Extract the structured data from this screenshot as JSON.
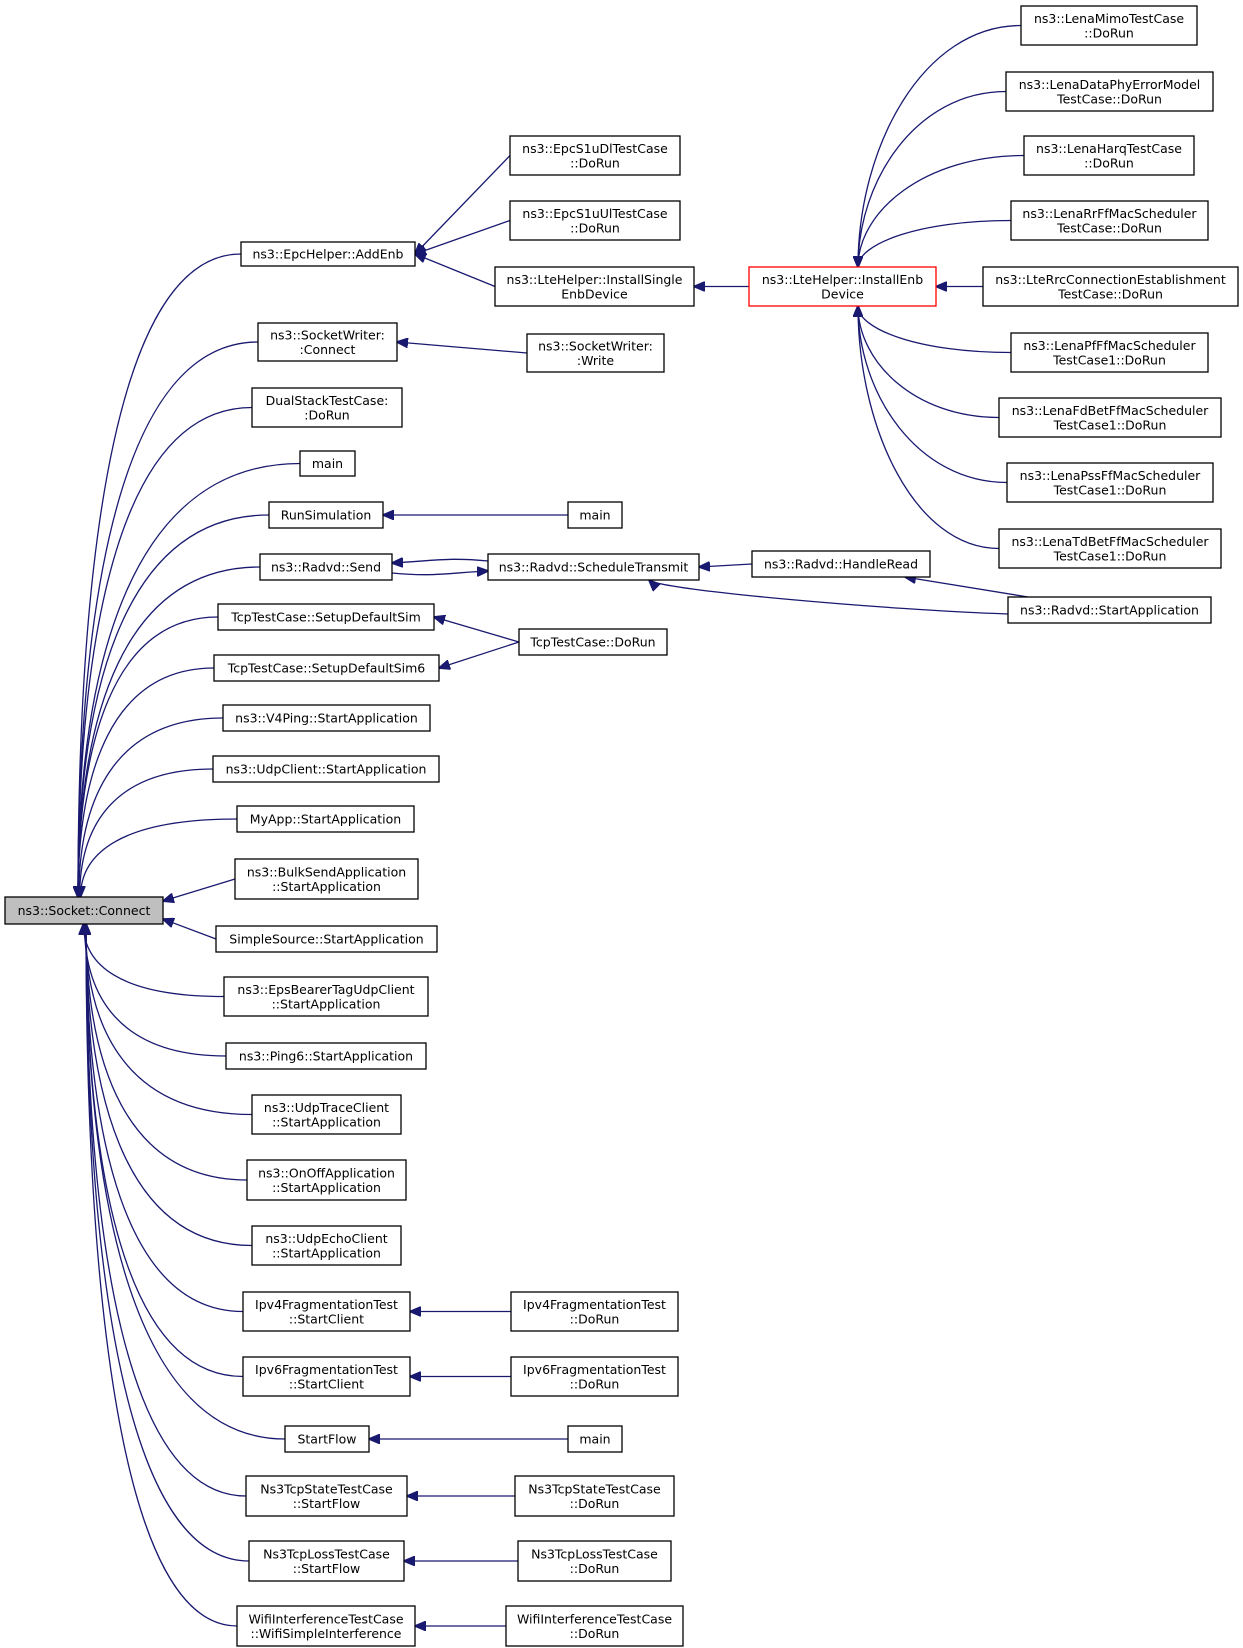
{
  "diagram": {
    "type": "call-graph",
    "edge_color": "#191970",
    "highlight_color": "#ff0000",
    "focus_fill": "#bfbfbf",
    "nodes": [
      {
        "id": "socket_connect",
        "lines": [
          "ns3::Socket::Connect"
        ],
        "style": "focus"
      },
      {
        "id": "epc_addenb",
        "lines": [
          "ns3::EpcHelper::AddEnb"
        ]
      },
      {
        "id": "sw_connect",
        "lines": [
          "ns3::SocketWriter:",
          ":Connect"
        ]
      },
      {
        "id": "dualstack",
        "lines": [
          "DualStackTestCase:",
          ":DoRun"
        ]
      },
      {
        "id": "main1",
        "lines": [
          "main"
        ]
      },
      {
        "id": "runsim",
        "lines": [
          "RunSimulation"
        ]
      },
      {
        "id": "radvd_send",
        "lines": [
          "ns3::Radvd::Send"
        ]
      },
      {
        "id": "tcp_setup",
        "lines": [
          "TcpTestCase::SetupDefaultSim"
        ]
      },
      {
        "id": "tcp_setup6",
        "lines": [
          "TcpTestCase::SetupDefaultSim6"
        ]
      },
      {
        "id": "v4ping",
        "lines": [
          "ns3::V4Ping::StartApplication"
        ]
      },
      {
        "id": "udpclient",
        "lines": [
          "ns3::UdpClient::StartApplication"
        ]
      },
      {
        "id": "myapp",
        "lines": [
          "MyApp::StartApplication"
        ]
      },
      {
        "id": "bulksend",
        "lines": [
          "ns3::BulkSendApplication",
          "::StartApplication"
        ]
      },
      {
        "id": "simplesource",
        "lines": [
          "SimpleSource::StartApplication"
        ]
      },
      {
        "id": "epsbearer",
        "lines": [
          "ns3::EpsBearerTagUdpClient",
          "::StartApplication"
        ]
      },
      {
        "id": "ping6",
        "lines": [
          "ns3::Ping6::StartApplication"
        ]
      },
      {
        "id": "udptrace",
        "lines": [
          "ns3::UdpTraceClient",
          "::StartApplication"
        ]
      },
      {
        "id": "onoff",
        "lines": [
          "ns3::OnOffApplication",
          "::StartApplication"
        ]
      },
      {
        "id": "udpecho",
        "lines": [
          "ns3::UdpEchoClient",
          "::StartApplication"
        ]
      },
      {
        "id": "ipv4frag",
        "lines": [
          "Ipv4FragmentationTest",
          "::StartClient"
        ]
      },
      {
        "id": "ipv6frag",
        "lines": [
          "Ipv6FragmentationTest",
          "::StartClient"
        ]
      },
      {
        "id": "startflow",
        "lines": [
          "StartFlow"
        ]
      },
      {
        "id": "ns3tcpstate",
        "lines": [
          "Ns3TcpStateTestCase",
          "::StartFlow"
        ]
      },
      {
        "id": "ns3tcploss",
        "lines": [
          "Ns3TcpLossTestCase",
          "::StartFlow"
        ]
      },
      {
        "id": "wifiinterf",
        "lines": [
          "WifiInterferenceTestCase",
          "::WifiSimpleInterference"
        ]
      },
      {
        "id": "epcdl",
        "lines": [
          "ns3::EpcS1uDlTestCase",
          "::DoRun"
        ]
      },
      {
        "id": "epcul",
        "lines": [
          "ns3::EpcS1uUlTestCase",
          "::DoRun"
        ]
      },
      {
        "id": "lte_installsingle",
        "lines": [
          "ns3::LteHelper::InstallSingle",
          "EnbDevice"
        ]
      },
      {
        "id": "sw_write",
        "lines": [
          "ns3::SocketWriter:",
          ":Write"
        ]
      },
      {
        "id": "main2",
        "lines": [
          "main"
        ]
      },
      {
        "id": "radvd_sched",
        "lines": [
          "ns3::Radvd::ScheduleTransmit"
        ]
      },
      {
        "id": "tcp_dorun",
        "lines": [
          "TcpTestCase::DoRun"
        ]
      },
      {
        "id": "ipv4frag_dorun",
        "lines": [
          "Ipv4FragmentationTest",
          "::DoRun"
        ]
      },
      {
        "id": "ipv6frag_dorun",
        "lines": [
          "Ipv6FragmentationTest",
          "::DoRun"
        ]
      },
      {
        "id": "main3",
        "lines": [
          "main"
        ]
      },
      {
        "id": "ns3tcpstate_dorun",
        "lines": [
          "Ns3TcpStateTestCase",
          "::DoRun"
        ]
      },
      {
        "id": "ns3tcploss_dorun",
        "lines": [
          "Ns3TcpLossTestCase",
          "::DoRun"
        ]
      },
      {
        "id": "wifiinterf_dorun",
        "lines": [
          "WifiInterferenceTestCase",
          "::DoRun"
        ]
      },
      {
        "id": "lte_installenb",
        "lines": [
          "ns3::LteHelper::InstallEnb",
          "Device"
        ],
        "style": "highlight"
      },
      {
        "id": "radvd_handleread",
        "lines": [
          "ns3::Radvd::HandleRead"
        ]
      },
      {
        "id": "radvd_startapp",
        "lines": [
          "ns3::Radvd::StartApplication"
        ]
      },
      {
        "id": "lenamimo",
        "lines": [
          "ns3::LenaMimoTestCase",
          "::DoRun"
        ]
      },
      {
        "id": "lenadataphy",
        "lines": [
          "ns3::LenaDataPhyErrorModel",
          "TestCase::DoRun"
        ]
      },
      {
        "id": "lenaharq",
        "lines": [
          "ns3::LenaHarqTestCase",
          "::DoRun"
        ]
      },
      {
        "id": "lenarr",
        "lines": [
          "ns3::LenaRrFfMacScheduler",
          "TestCase::DoRun"
        ]
      },
      {
        "id": "lterrc",
        "lines": [
          "ns3::LteRrcConnectionEstablishment",
          "TestCase::DoRun"
        ]
      },
      {
        "id": "lenapf",
        "lines": [
          "ns3::LenaPfFfMacScheduler",
          "TestCase1::DoRun"
        ]
      },
      {
        "id": "lenafdbet",
        "lines": [
          "ns3::LenaFdBetFfMacScheduler",
          "TestCase1::DoRun"
        ]
      },
      {
        "id": "lenapss",
        "lines": [
          "ns3::LenaPssFfMacScheduler",
          "TestCase1::DoRun"
        ]
      },
      {
        "id": "lenatdbet",
        "lines": [
          "ns3::LenaTdBetFfMacScheduler",
          "TestCase1::DoRun"
        ]
      }
    ],
    "edges": [
      {
        "from": "epc_addenb",
        "to": "socket_connect"
      },
      {
        "from": "sw_connect",
        "to": "socket_connect"
      },
      {
        "from": "dualstack",
        "to": "socket_connect"
      },
      {
        "from": "main1",
        "to": "socket_connect"
      },
      {
        "from": "runsim",
        "to": "socket_connect"
      },
      {
        "from": "radvd_send",
        "to": "socket_connect"
      },
      {
        "from": "tcp_setup",
        "to": "socket_connect"
      },
      {
        "from": "tcp_setup6",
        "to": "socket_connect"
      },
      {
        "from": "v4ping",
        "to": "socket_connect"
      },
      {
        "from": "udpclient",
        "to": "socket_connect"
      },
      {
        "from": "myapp",
        "to": "socket_connect"
      },
      {
        "from": "bulksend",
        "to": "socket_connect"
      },
      {
        "from": "simplesource",
        "to": "socket_connect"
      },
      {
        "from": "epsbearer",
        "to": "socket_connect"
      },
      {
        "from": "ping6",
        "to": "socket_connect"
      },
      {
        "from": "udptrace",
        "to": "socket_connect"
      },
      {
        "from": "onoff",
        "to": "socket_connect"
      },
      {
        "from": "udpecho",
        "to": "socket_connect"
      },
      {
        "from": "ipv4frag",
        "to": "socket_connect"
      },
      {
        "from": "ipv6frag",
        "to": "socket_connect"
      },
      {
        "from": "startflow",
        "to": "socket_connect"
      },
      {
        "from": "ns3tcpstate",
        "to": "socket_connect"
      },
      {
        "from": "ns3tcploss",
        "to": "socket_connect"
      },
      {
        "from": "wifiinterf",
        "to": "socket_connect"
      },
      {
        "from": "epcdl",
        "to": "epc_addenb"
      },
      {
        "from": "epcul",
        "to": "epc_addenb"
      },
      {
        "from": "lte_installsingle",
        "to": "epc_addenb"
      },
      {
        "from": "sw_write",
        "to": "sw_connect"
      },
      {
        "from": "main2",
        "to": "runsim"
      },
      {
        "from": "radvd_sched",
        "to": "radvd_send"
      },
      {
        "from": "radvd_send",
        "to": "radvd_sched"
      },
      {
        "from": "tcp_dorun",
        "to": "tcp_setup"
      },
      {
        "from": "tcp_dorun",
        "to": "tcp_setup6"
      },
      {
        "from": "ipv4frag_dorun",
        "to": "ipv4frag"
      },
      {
        "from": "ipv6frag_dorun",
        "to": "ipv6frag"
      },
      {
        "from": "main3",
        "to": "startflow"
      },
      {
        "from": "ns3tcpstate_dorun",
        "to": "ns3tcpstate"
      },
      {
        "from": "ns3tcploss_dorun",
        "to": "ns3tcploss"
      },
      {
        "from": "wifiinterf_dorun",
        "to": "wifiinterf"
      },
      {
        "from": "lte_installenb",
        "to": "lte_installsingle"
      },
      {
        "from": "radvd_handleread",
        "to": "radvd_sched"
      },
      {
        "from": "radvd_startapp",
        "to": "radvd_sched"
      },
      {
        "from": "radvd_startapp",
        "to": "radvd_handleread"
      },
      {
        "from": "lenamimo",
        "to": "lte_installenb"
      },
      {
        "from": "lenadataphy",
        "to": "lte_installenb"
      },
      {
        "from": "lenaharq",
        "to": "lte_installenb"
      },
      {
        "from": "lenarr",
        "to": "lte_installenb"
      },
      {
        "from": "lterrc",
        "to": "lte_installenb"
      },
      {
        "from": "lenapf",
        "to": "lte_installenb"
      },
      {
        "from": "lenafdbet",
        "to": "lte_installenb"
      },
      {
        "from": "lenapss",
        "to": "lte_installenb"
      },
      {
        "from": "lenatdbet",
        "to": "lte_installenb"
      }
    ]
  }
}
